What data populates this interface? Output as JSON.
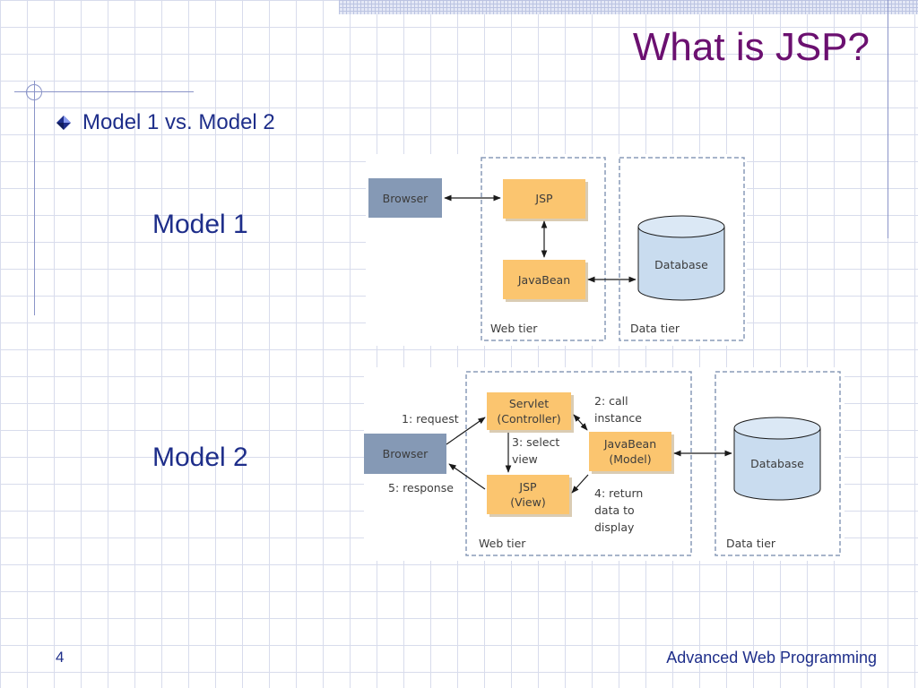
{
  "slide": {
    "title": "What is JSP?",
    "bullet": "Model 1 vs. Model 2",
    "model1_label": "Model 1",
    "model2_label": "Model 2",
    "page_number": "4",
    "footer": "Advanced Web Programming"
  },
  "model1": {
    "browser": "Browser",
    "jsp": "JSP",
    "javabean": "JavaBean",
    "database": "Database",
    "web_tier": "Web tier",
    "data_tier": "Data tier"
  },
  "model2": {
    "browser": "Browser",
    "servlet_line1": "Servlet",
    "servlet_line2": "(Controller)",
    "jsp_line1": "JSP",
    "jsp_line2": "(View)",
    "javabean_line1": "JavaBean",
    "javabean_line2": "(Model)",
    "database": "Database",
    "web_tier": "Web tier",
    "data_tier": "Data tier",
    "step1": "1: request",
    "step2_line1": "2: call",
    "step2_line2": "instance",
    "step3_line1": "3: select",
    "step3_line2": "view",
    "step4_line1": "4: return",
    "step4_line2": "data to",
    "step4_line3": "display",
    "step5": "5: response"
  },
  "colors": {
    "title": "#6b1070",
    "text_blue": "#1e2e8a",
    "browser_box": "#8599b5",
    "component_box": "#fbc56f",
    "database": "#c9dcef",
    "tier_border": "#8a9cb8"
  }
}
